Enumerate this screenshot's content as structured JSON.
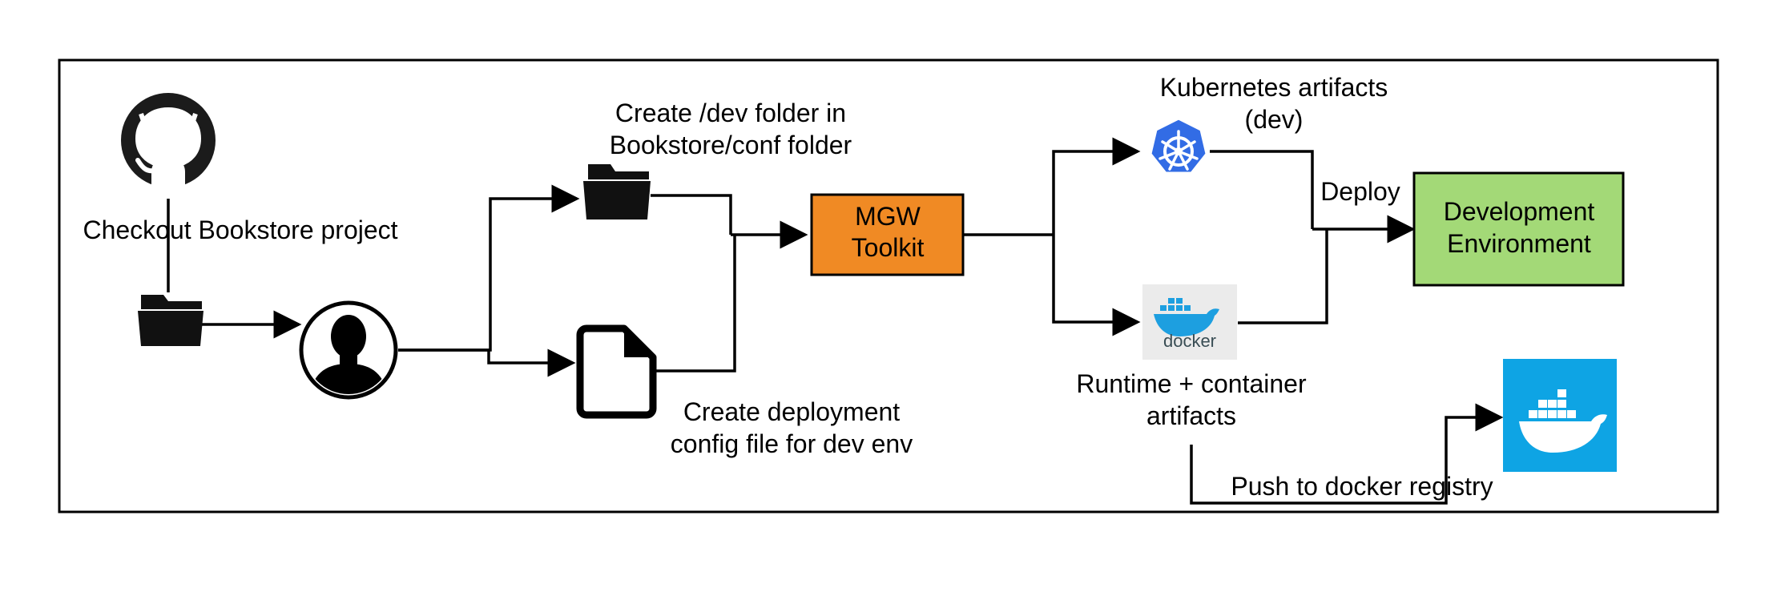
{
  "labels": {
    "checkout": "Checkout Bookstore project",
    "create_dev_folder_line1": "Create  /dev folder in",
    "create_dev_folder_line2": "Bookstore/conf folder",
    "create_config_line1": "Create deployment",
    "create_config_line2": "config file for dev  env",
    "mgw_line1": "MGW",
    "mgw_line2": "Toolkit",
    "k8s_line1": "Kubernetes artifacts",
    "k8s_line2": "(dev)",
    "runtime_line1": "Runtime + container",
    "runtime_line2": "artifacts",
    "deploy": "Deploy",
    "dev_env_line1": "Development",
    "dev_env_line2": "Environment",
    "push": "Push to docker registry",
    "docker_wordmark": "docker"
  },
  "colors": {
    "mgw_fill": "#F08A24",
    "dev_env_fill": "#A3D977",
    "k8s_blue": "#326CE5",
    "docker_blue": "#1D9FE0",
    "docker_registry_bg": "#0EA4E4"
  },
  "icons": [
    "github-icon",
    "folder-icon",
    "user-icon",
    "file-icon",
    "kubernetes-icon",
    "docker-icon",
    "docker-registry-icon"
  ]
}
